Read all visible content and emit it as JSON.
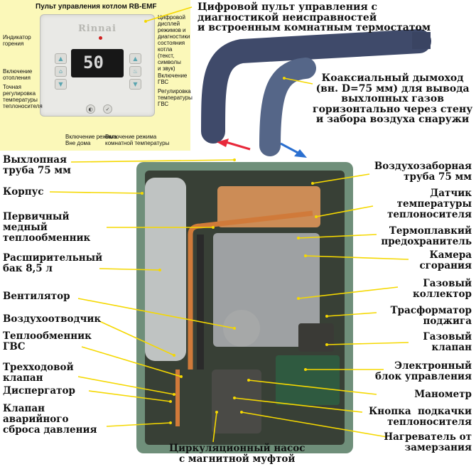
{
  "panel": {
    "title": "Пульт управления котлом  RB-EMF",
    "brand": "Rinnai",
    "display": "50",
    "labels": {
      "burner_indicator": "Индикатор\nгорения",
      "heating_on": "Включение\nотопления",
      "fine_adjust_heating": "Точная\nрегулировка\nтемпературы\nтеплоносителя",
      "digital_display": "Цифровой\nдисплей\nрежимов и\nдиагностики\nсостояния\nкотла\n(текст,\nсимволы\nи звук)",
      "dhw_on": "Включение\nГВС",
      "dhw_adjust": "Регулировка\nтемпературы\nГВС",
      "away_mode": "Включение режима\nВне дома",
      "room_mode": "Включение режима\nкомнатной температуры"
    }
  },
  "callouts": {
    "remote_control": "Цифровой пульт управления с\nдиагностикой неисправностей\nи встроенным комнатным термостатом",
    "coaxial_flue": "Коаксиальный дымоход\n(вн. D=75 мм) для вывода\nвыхлопных газов\nгоризонтально через стену\nи забора воздуха снаружи"
  },
  "left_labels": [
    {
      "key": "exhaust_pipe",
      "text": "Выхлопная\nтруба 75 мм"
    },
    {
      "key": "housing",
      "text": "Корпус"
    },
    {
      "key": "primary_hx",
      "text": "Первичный\nмедный\nтеплообменник"
    },
    {
      "key": "expansion_tank",
      "text": "Расширительный\nбак 8,5 л"
    },
    {
      "key": "fan",
      "text": "Вентилятор"
    },
    {
      "key": "air_vent",
      "text": "Воздухоотводчик"
    },
    {
      "key": "dhw_hx",
      "text": "Теплообменник\nГВС"
    },
    {
      "key": "three_way_valve",
      "text": "Трехходовой\nклапан"
    },
    {
      "key": "dispenser",
      "text": "Диспергатор"
    },
    {
      "key": "relief_valve",
      "text": "Клапан\nаварийного\nсброса давления"
    }
  ],
  "right_labels": [
    {
      "key": "intake_pipe",
      "text": "Воздухозаборная\nтруба 75 мм"
    },
    {
      "key": "temp_sensor",
      "text": "Датчик\nтемпературы\nтеплоносителя"
    },
    {
      "key": "thermal_fuse",
      "text": "Термоплавкий\nпредохранитель"
    },
    {
      "key": "combustion_chamber",
      "text": "Камера\nсгорания"
    },
    {
      "key": "gas_manifold",
      "text": "Газовый\nколлектор"
    },
    {
      "key": "ignition_transformer",
      "text": "Трасформатор\nподжига"
    },
    {
      "key": "gas_valve",
      "text": "Газовый\nклапан"
    },
    {
      "key": "control_unit",
      "text": "Электронный\nблок управления"
    },
    {
      "key": "manometer",
      "text": "Манометр"
    },
    {
      "key": "fill_button",
      "text": "Кнопка  подкачки\nтеплоносителя"
    },
    {
      "key": "antifreeze_heater",
      "text": "Нагреватель от\nзамерзания"
    }
  ],
  "bottom_label": "Циркуляционный насос\nс магнитной муфтой",
  "colors": {
    "panel_bg": "#fbf8b9",
    "boiler_frame": "#6f8f7a",
    "pipe": "#3f4a6a",
    "copper": "#d07a3a",
    "exhaust_arrow": "#e8283a",
    "intake_arrow": "#2a6fd0",
    "leader_line": "#f5d800"
  }
}
